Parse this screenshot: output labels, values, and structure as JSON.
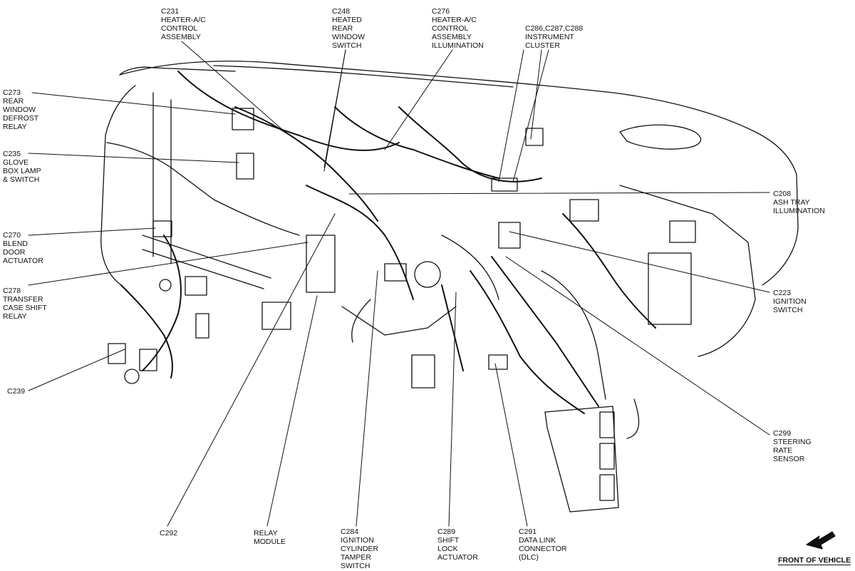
{
  "callouts": [
    {
      "id": "c231",
      "lines": [
        "C231",
        "HEATER-A/C",
        "CONTROL",
        "ASSEMBLY"
      ]
    },
    {
      "id": "c248",
      "lines": [
        "C248",
        "HEATED",
        "REAR",
        "WINDOW",
        "SWITCH"
      ]
    },
    {
      "id": "c276",
      "lines": [
        "C276",
        "HEATER-A/C",
        "CONTROL",
        "ASSEMBLY",
        "ILLUMINATION"
      ]
    },
    {
      "id": "c286",
      "lines": [
        "C286,C287,C288",
        "INSTRUMENT",
        "CLUSTER"
      ]
    },
    {
      "id": "c273",
      "lines": [
        "C273",
        "REAR",
        "WINDOW",
        "DEFROST",
        "RELAY"
      ]
    },
    {
      "id": "c235",
      "lines": [
        "C235",
        "GLOVE",
        "BOX LAMP",
        "& SWITCH"
      ]
    },
    {
      "id": "c208",
      "lines": [
        "C208",
        "ASH TRAY",
        "ILLUMINATION"
      ]
    },
    {
      "id": "c270",
      "lines": [
        "C270",
        "BLEND",
        "DOOR",
        "ACTUATOR"
      ]
    },
    {
      "id": "c278",
      "lines": [
        "C278",
        "TRANSFER",
        "CASE SHIFT",
        "RELAY"
      ]
    },
    {
      "id": "c223",
      "lines": [
        "C223",
        "IGNITION",
        "SWITCH"
      ]
    },
    {
      "id": "c239",
      "lines": [
        "C239"
      ]
    },
    {
      "id": "c299",
      "lines": [
        "C299",
        "STEERING",
        "RATE",
        "SENSOR"
      ]
    },
    {
      "id": "c292",
      "lines": [
        "C292"
      ]
    },
    {
      "id": "relay",
      "lines": [
        "RELAY",
        "MODULE"
      ]
    },
    {
      "id": "c284",
      "lines": [
        "C284",
        "IGNITION",
        "CYLINDER",
        "TAMPER",
        "SWITCH"
      ]
    },
    {
      "id": "c289",
      "lines": [
        "C289",
        "SHIFT",
        "LOCK",
        "ACTUATOR"
      ]
    },
    {
      "id": "c291",
      "lines": [
        "C291",
        "DATA LINK",
        "CONNECTOR",
        "(DLC)"
      ]
    }
  ],
  "orientation_label": "FRONT OF VEHICLE",
  "colors": {
    "ink": "#111111",
    "paper": "#ffffff"
  }
}
